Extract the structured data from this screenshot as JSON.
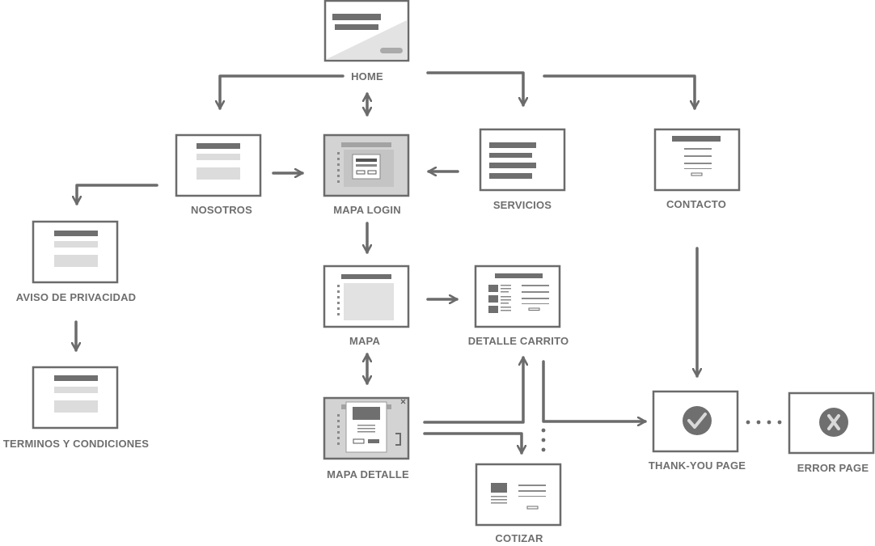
{
  "colors": {
    "stroke": "#6b6b6b",
    "fill_dark": "#6f6f6f",
    "fill_light": "#dcdcdc",
    "fill_gray_bg": "#d3d3d3",
    "label": "#6e6e6e"
  },
  "pages": {
    "home": "HOME",
    "nosotros": "NOSOTROS",
    "mapa_login": "MAPA LOGIN",
    "servicios": "SERVICIOS",
    "contacto": "CONTACTO",
    "aviso": "AVISO DE PRIVACIDAD",
    "terminos": "TERMINOS Y CONDICIONES",
    "mapa": "MAPA",
    "detalle_carrito": "DETALLE CARRITO",
    "mapa_detalle": "MAPA DETALLE",
    "cotizar": "COTIZAR",
    "thankyou": "THANK-YOU PAGE",
    "error": "ERROR PAGE"
  },
  "icons": {
    "thankyou": "check-icon",
    "error": "x-icon"
  }
}
